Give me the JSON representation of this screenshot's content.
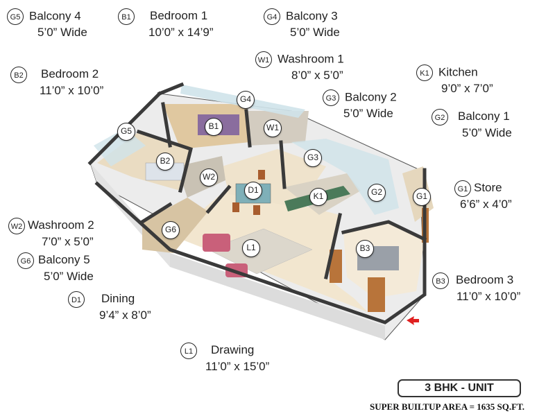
{
  "legend": [
    {
      "code": "G5",
      "name": "Balcony 4",
      "size": "5’0” Wide"
    },
    {
      "code": "B1",
      "name": "Bedroom 1",
      "size": "10’0” x 14’9”"
    },
    {
      "code": "G4",
      "name": "Balcony 3",
      "size": "5’0” Wide"
    },
    {
      "code": "W1",
      "name": "Washroom 1",
      "size": "8’0” x 5’0”"
    },
    {
      "code": "K1",
      "name": "Kitchen",
      "size": "9’0” x 7’0”"
    },
    {
      "code": "B2",
      "name": "Bedroom 2",
      "size": "11’0” x 10’0”"
    },
    {
      "code": "G3",
      "name": "Balcony 2",
      "size": "5’0” Wide"
    },
    {
      "code": "G2",
      "name": "Balcony 1",
      "size": "5’0” Wide"
    },
    {
      "code": "G1",
      "name": "Store",
      "size": "6’6” x 4’0”"
    },
    {
      "code": "W2",
      "name": "Washroom 2",
      "size": "7’0” x 5’0”"
    },
    {
      "code": "G6",
      "name": "Balcony 5",
      "size": "5’0” Wide"
    },
    {
      "code": "D1",
      "name": "Dining",
      "size": "9’4” x 8’0”"
    },
    {
      "code": "B3",
      "name": "Bedroom 3",
      "size": "11’0” x 10’0”"
    },
    {
      "code": "L1",
      "name": "Drawing",
      "size": "11’0” x 15’0”"
    }
  ],
  "plan_markers": [
    "G4",
    "B1",
    "W1",
    "G5",
    "B2",
    "W2",
    "G3",
    "D1",
    "K1",
    "G2",
    "G1",
    "G6",
    "L1",
    "B3"
  ],
  "unit_title": "3 BHK - UNIT",
  "area_text": "SUPER BUILTUP AREA = 1635 SQ.FT.",
  "colors": {
    "wall": "#e9e9e9",
    "wall_top": "#3a3a3a",
    "floor": "#f3e9d6",
    "wood": "#b8743a",
    "glass": "#cfe3ea",
    "entry_arrow": "#e02020"
  }
}
